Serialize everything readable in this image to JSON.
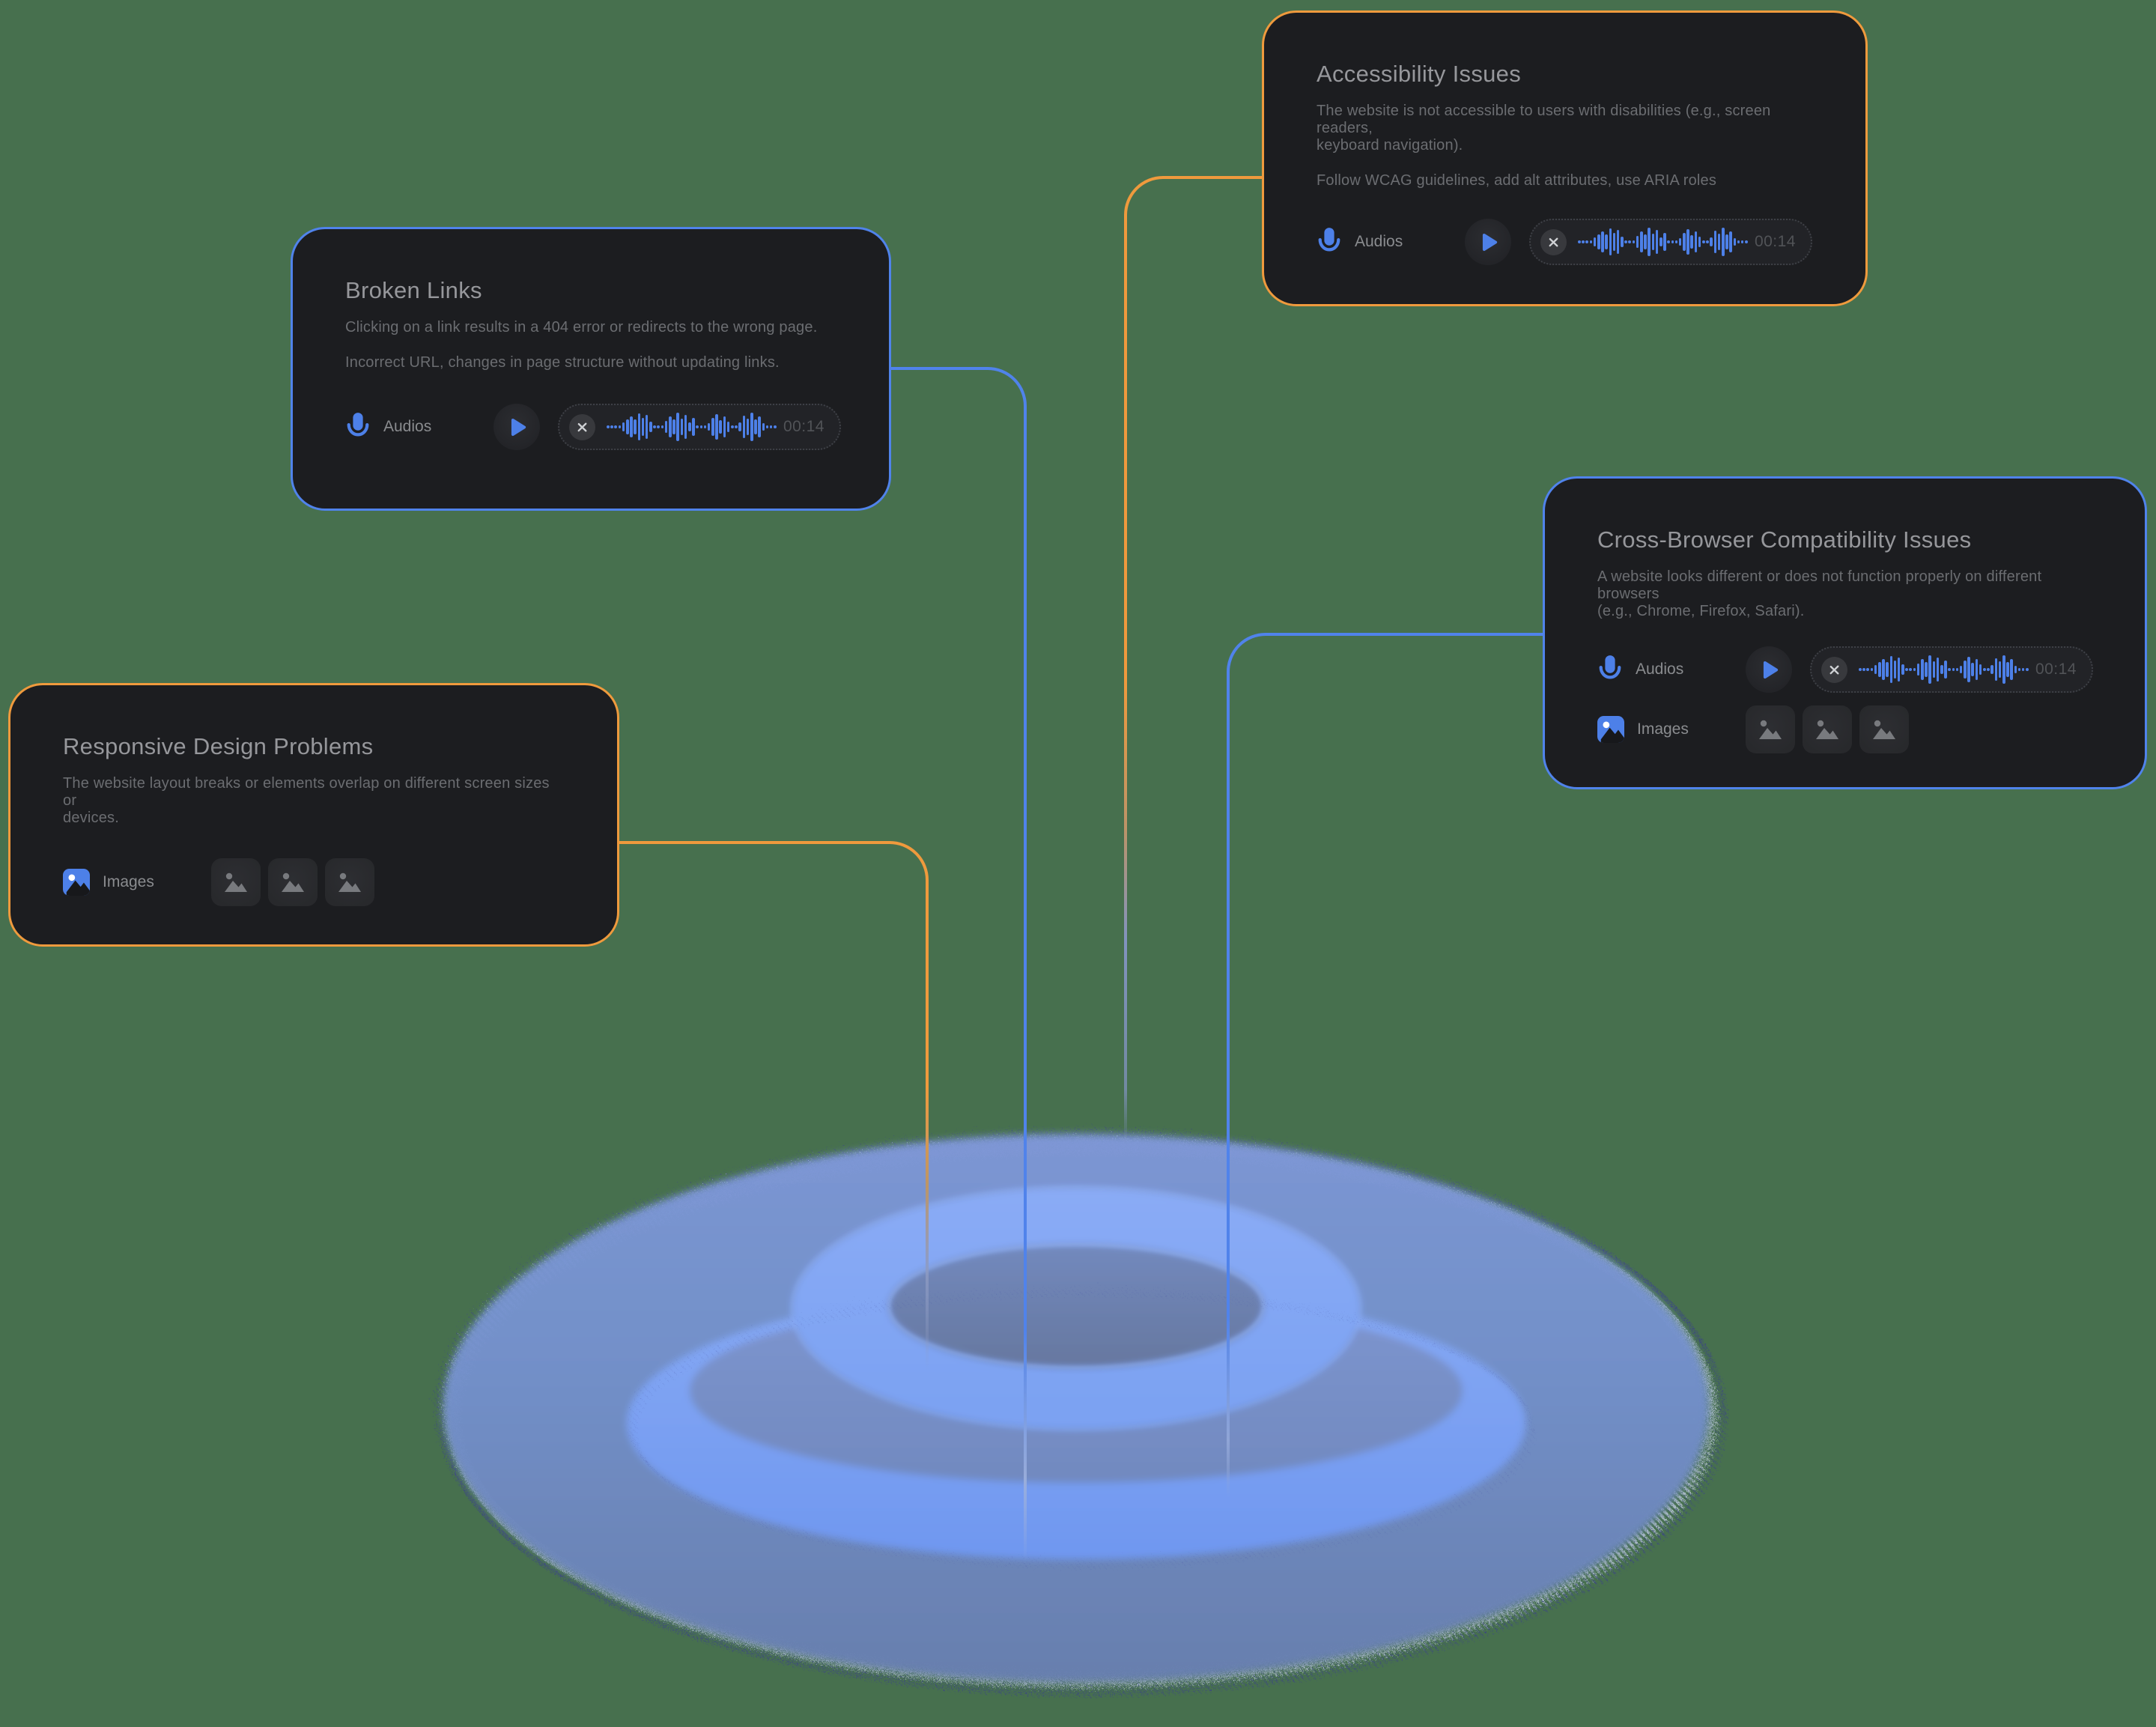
{
  "background_color": "#47704E",
  "colors": {
    "accent_blue": "#5083EB",
    "accent_orange": "#EF9A3D",
    "card_background": "#1C1D20",
    "title_text": "#96979B",
    "body_text": "#6B6D71",
    "ripple_bright": "#7AA0F2",
    "ripple_muted": "#7089C4"
  },
  "cards": {
    "accessibility": {
      "title": "Accessibility Issues",
      "description": "The website is not accessible to users with disabilities (e.g., screen readers,\nkeyboard navigation).",
      "solution": "Follow WCAG guidelines, add alt attributes, use ARIA roles",
      "audio": {
        "label": "Audios",
        "duration": "00:14"
      }
    },
    "broken_links": {
      "title": "Broken Links",
      "description": "Clicking on a link results in a 404 error or redirects to the wrong page.",
      "solution": "Incorrect URL, changes in page structure without updating links.",
      "audio": {
        "label": "Audios",
        "duration": "00:14"
      }
    },
    "cross_browser": {
      "title": "Cross-Browser Compatibility Issues",
      "description": "A website looks different or does not function properly on different browsers\n(e.g., Chrome, Firefox, Safari).",
      "audio": {
        "label": "Audios",
        "duration": "00:14"
      },
      "images": {
        "label": "Images",
        "count": 3
      }
    },
    "responsive": {
      "title": "Responsive Design Problems",
      "description": "The website layout breaks or elements overlap on different screen sizes or\ndevices.",
      "images": {
        "label": "Images",
        "count": 3
      }
    }
  }
}
